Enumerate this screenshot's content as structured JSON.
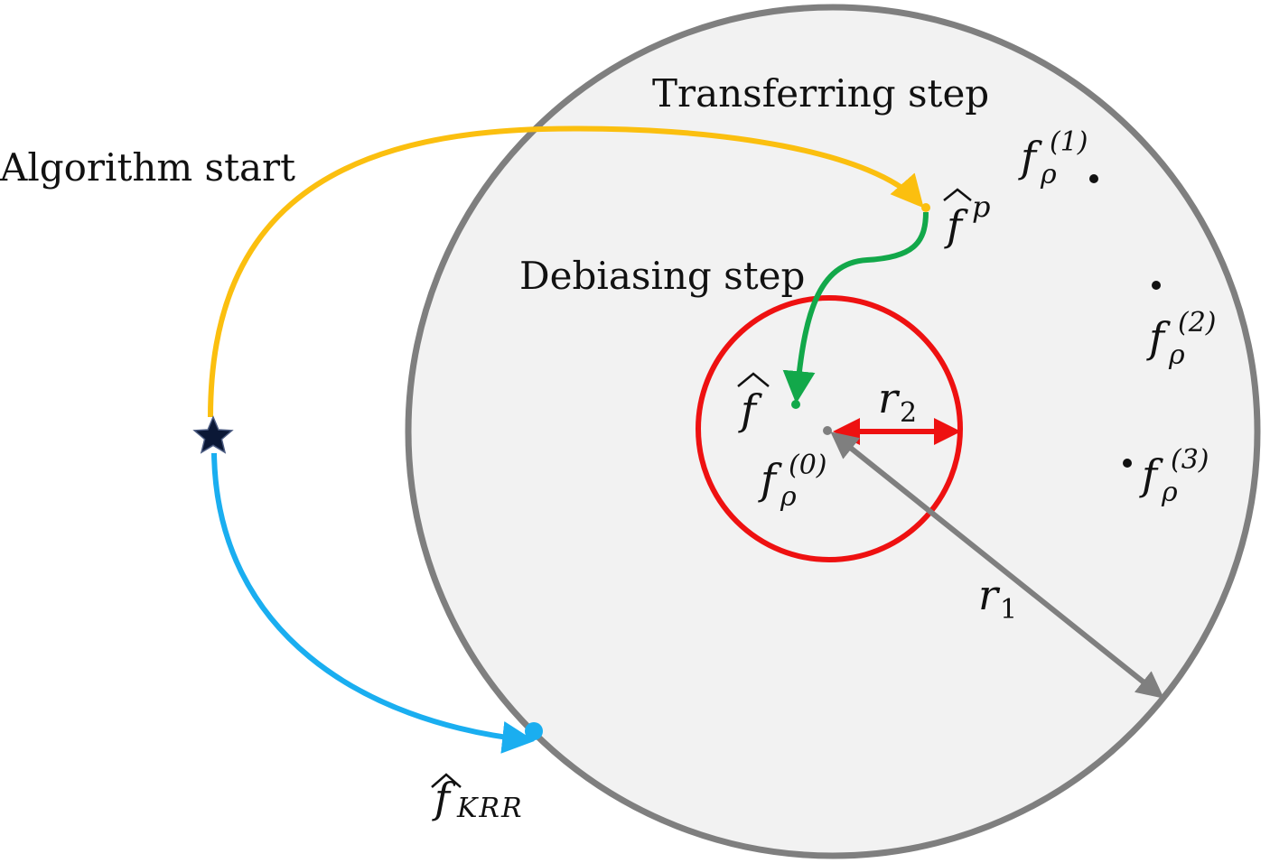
{
  "labels": {
    "algorithm_start": "Algorithm start",
    "transferring_step": "Transferring step",
    "debiasing_step": "Debiasing step"
  },
  "math": {
    "f_p": {
      "base": "f",
      "sup": "p",
      "hat": true
    },
    "f_hat": {
      "base": "f",
      "hat": true
    },
    "f_krr": {
      "base": "f",
      "sub": "KRR",
      "hat": true
    },
    "f0": {
      "base": "f",
      "sub": "ρ",
      "sup": "(0)"
    },
    "f1": {
      "base": "f",
      "sub": "ρ",
      "sup": "(1)"
    },
    "f2": {
      "base": "f",
      "sub": "ρ",
      "sup": "(2)"
    },
    "f3": {
      "base": "f",
      "sub": "ρ",
      "sup": "(3)"
    },
    "r1": {
      "base": "r",
      "sub": "1"
    },
    "r2": {
      "base": "r",
      "sub": "2"
    }
  },
  "colors": {
    "big_circle_fill": "#f2f2f2",
    "big_circle_stroke": "#7f7f7f",
    "small_circle": "#ee1111",
    "transfer_arrow": "#fbbf0f",
    "debias_arrow": "#12a84a",
    "krr_arrow": "#1aaef0",
    "radius_arrow": "#7f7f7f",
    "star": "#0b1836"
  }
}
